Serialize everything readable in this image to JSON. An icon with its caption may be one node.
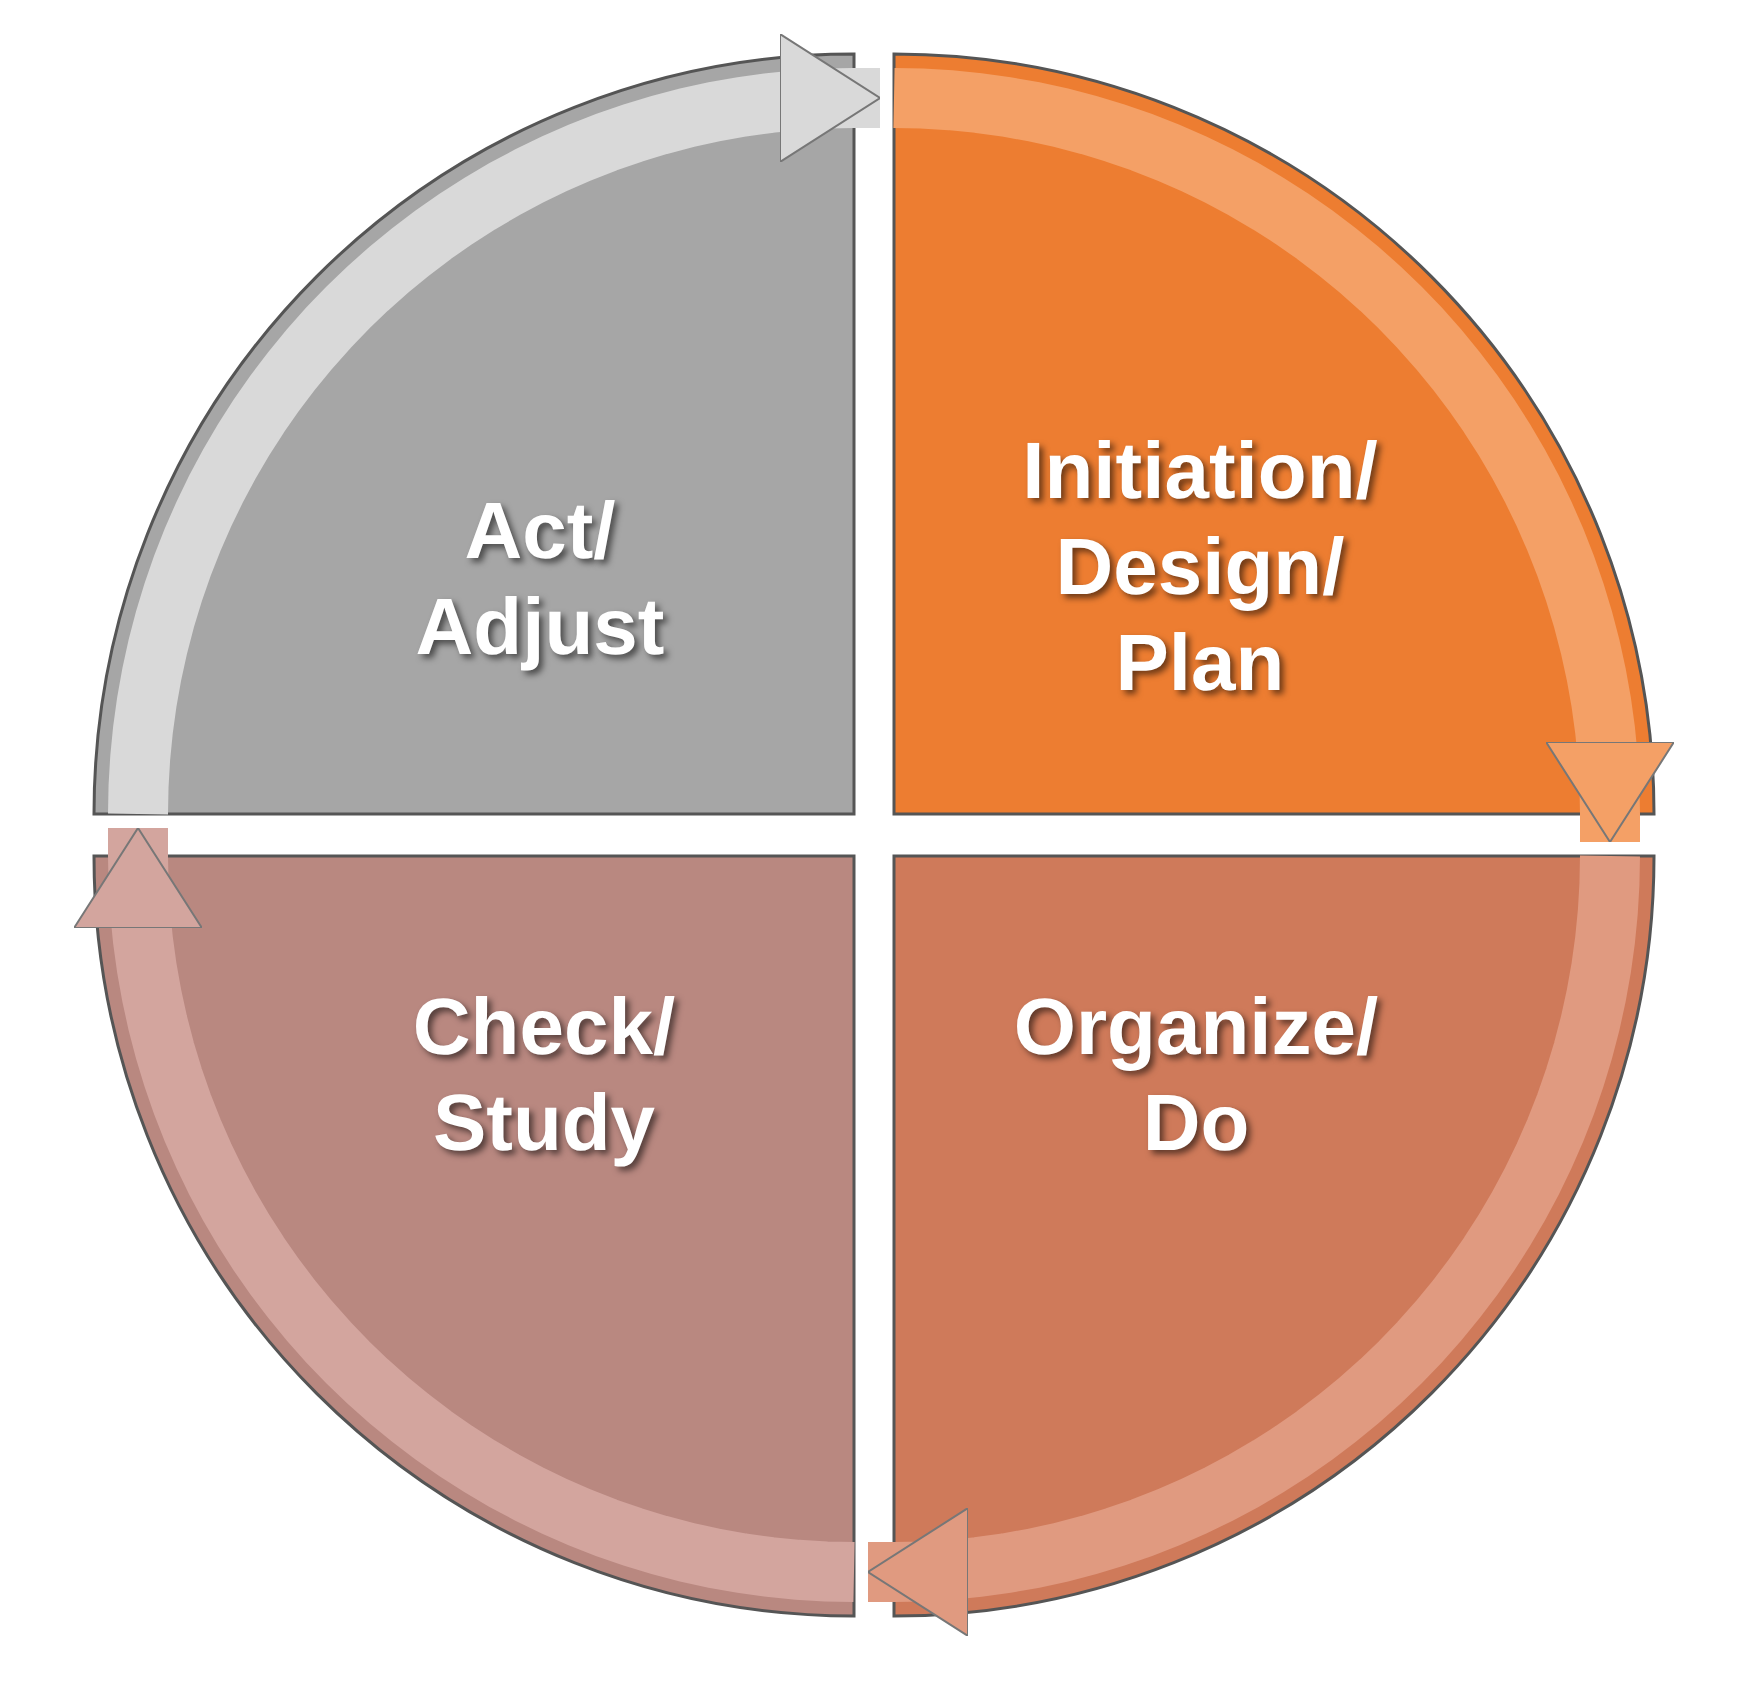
{
  "diagram": {
    "nodes": [
      {
        "text": [
          "Act/ Adjust"
        ]
      },
      {
        "text": [
          "Initiation/ Design/ Plan"
        ]
      },
      {
        "text": [
          "Check/ Study"
        ]
      },
      {
        "text": [
          "Organize/ Do"
        ]
      }
    ],
    "edges": [
      {
        "from": 0,
        "to": 1,
        "arrow": "to",
        "color": "#d9d9d9"
      },
      {
        "from": 1,
        "to": 3,
        "arrow": "to",
        "color": "#f4a066"
      },
      {
        "from": 3,
        "to": 2,
        "arrow": "to",
        "color": "#e09a80"
      },
      {
        "from": 2,
        "to": 0,
        "arrow": "to",
        "color": "#d3a59e"
      }
    ]
  }
}
